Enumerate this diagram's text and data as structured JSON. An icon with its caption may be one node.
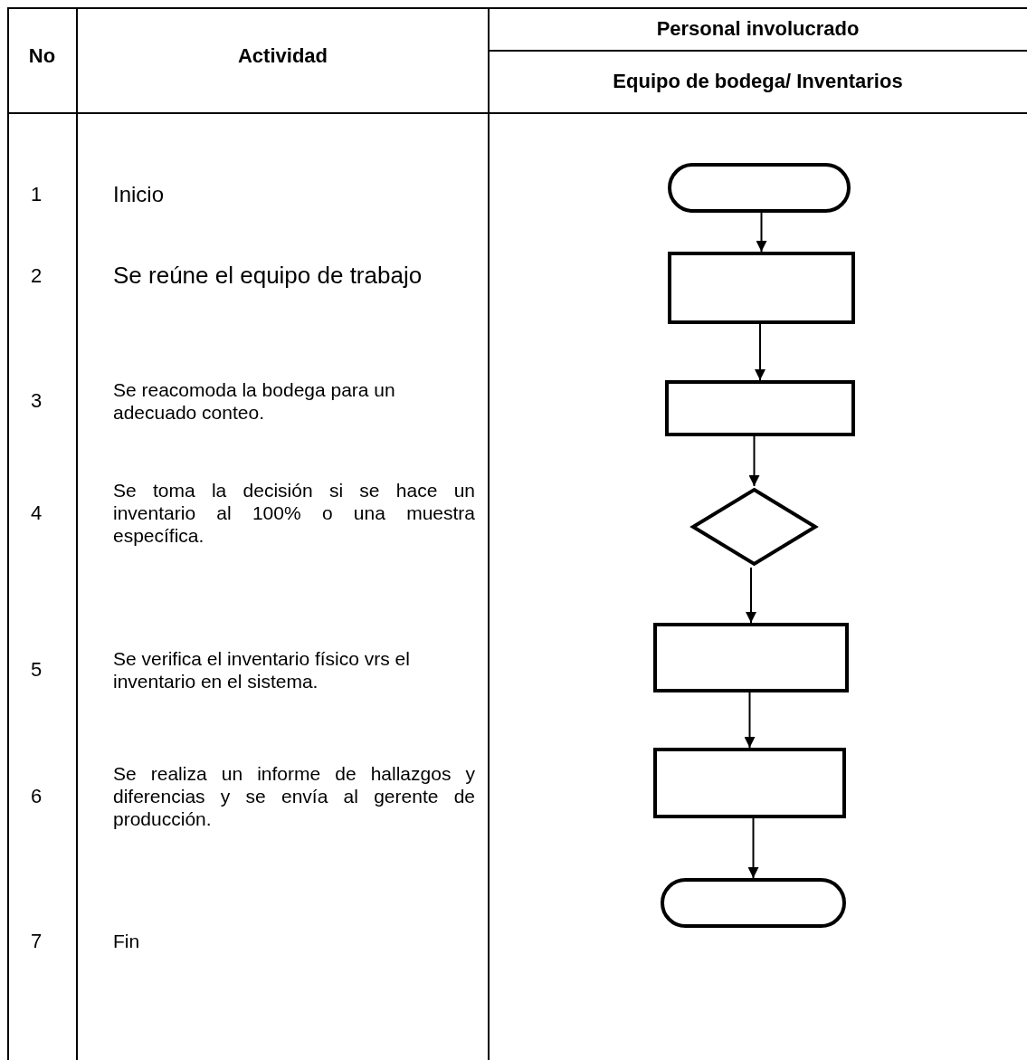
{
  "diagram": {
    "nodes": [
      {
        "text": [],
        "shape": "terminal"
      },
      {
        "text": [],
        "shape": "box"
      },
      {
        "text": [],
        "shape": "box"
      },
      {
        "text": [],
        "shape": "diamond"
      },
      {
        "text": [],
        "shape": "box"
      },
      {
        "text": [],
        "shape": "box"
      },
      {
        "text": [],
        "shape": "terminal"
      }
    ],
    "edges": [
      {
        "from": 0,
        "to": 1,
        "arrow": "to"
      },
      {
        "from": 1,
        "to": 2,
        "arrow": "to"
      },
      {
        "from": 2,
        "to": 3,
        "arrow": "to"
      },
      {
        "from": 3,
        "to": 4,
        "arrow": "to"
      },
      {
        "from": 4,
        "to": 5,
        "arrow": "to"
      },
      {
        "from": 5,
        "to": 6,
        "arrow": "to"
      }
    ],
    "labels": [
      "No",
      "Actividad",
      "Personal involucrado",
      "Equipo de bodega/ Inventarios",
      "1",
      "Inicio",
      "2",
      "Se reúne el equipo de trabajo",
      "3",
      "Se reacomoda la bodega para un adecuado conteo.",
      "4",
      "Se toma la decisión si se hace un inventario al 100% o una muestra específica.",
      "5",
      "Se verifica el inventario físico vrs el inventario en el sistema.",
      "6",
      "Se realiza un informe de hallazgos y diferencias y se envía al gerente de producción.",
      "7",
      "Fin"
    ]
  }
}
